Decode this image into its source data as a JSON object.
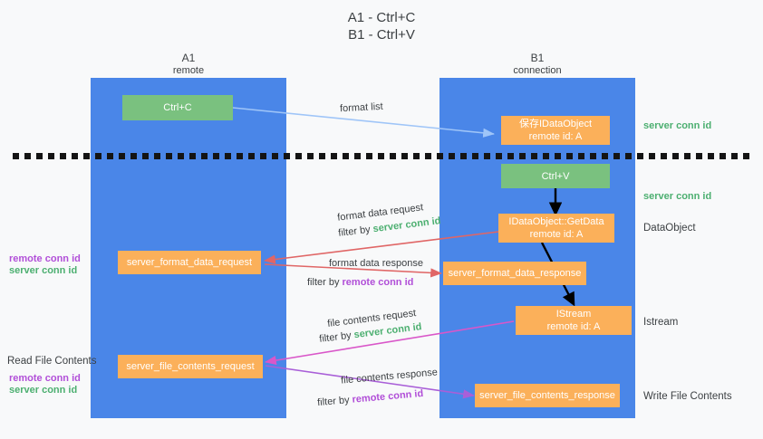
{
  "title": {
    "line1": "A1 - Ctrl+C",
    "line2": "B1 - Ctrl+V"
  },
  "lanes": [
    {
      "name": "A1",
      "sub": "remote"
    },
    {
      "name": "B1",
      "sub": "connection"
    }
  ],
  "nodes": {
    "ctrl_c": "Ctrl+C",
    "ctrl_v": "Ctrl+V",
    "save_dataobject_l1": "保存IDataObject",
    "save_dataobject_l2": "remote id: A",
    "getdata_l1": "IDataObject::GetData",
    "getdata_l2": "remote id: A",
    "istream_l1": "IStream",
    "istream_l2": "remote id: A",
    "server_format_data_request": "server_format_data_request",
    "server_format_data_response": "server_format_data_response",
    "server_file_contents_request": "server_file_contents_request",
    "server_file_contents_response": "server_file_contents_response"
  },
  "edge_labels": {
    "format_list": "format list",
    "format_data_request": "format data request",
    "format_data_request_filter_pre": "filter by ",
    "format_data_request_filter_key": "server conn id",
    "format_data_response": "format data response",
    "format_data_response_filter_pre": "filter by ",
    "format_data_response_filter_key": "remote conn id",
    "file_contents_request": "file contents request",
    "file_contents_request_filter_pre": "filter by ",
    "file_contents_request_filter_key": "server conn id",
    "file_contents_response": "file contents response",
    "file_contents_response_filter_pre": "filter by ",
    "file_contents_response_filter_key": "remote conn id"
  },
  "right_annotations": {
    "server_conn_id_top": "server conn id",
    "server_conn_id_mid": "server conn id",
    "dataobject": "DataObject",
    "istream": "Istream",
    "write_file_contents": "Write File Contents"
  },
  "left_annotations": {
    "remote_conn_id_1": "remote conn id",
    "server_conn_id_1": "server conn id",
    "read_file_contents": "Read File Contents",
    "remote_conn_id_2": "remote conn id",
    "server_conn_id_2": "server conn id"
  },
  "colors": {
    "lane": "#4a86e8",
    "green_node": "#7ac17f",
    "orange_node": "#fbb05a",
    "background": "#f8f9fa",
    "arrow_blue": "#9fc5f8",
    "arrow_red": "#e06666",
    "arrow_magenta": "#d957c9",
    "arrow_purple": "#a95fd8",
    "arrow_black": "#000000",
    "green_text": "#4caf70",
    "purple_text": "#b14fd8"
  }
}
